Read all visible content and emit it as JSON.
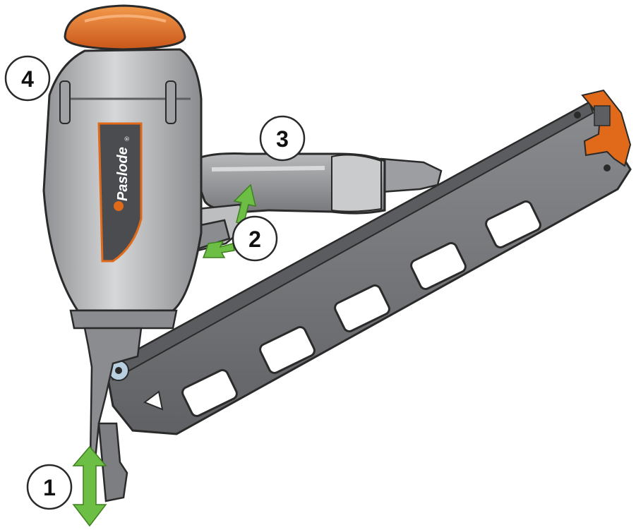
{
  "callouts": [
    {
      "id": "1",
      "label": "1"
    },
    {
      "id": "2",
      "label": "2"
    },
    {
      "id": "3",
      "label": "3"
    },
    {
      "id": "4",
      "label": "4"
    }
  ],
  "brand": {
    "name": "Paslode",
    "mark": "®"
  },
  "colors": {
    "body_gray": "#a9abad",
    "dark_gray": "#6f7173",
    "magazine": "#7d7f82",
    "orange": "#e06a1a",
    "arrow_green": "#6cbf44",
    "outline": "#2a2a2a",
    "steel_blue": "#b8cfe0"
  }
}
